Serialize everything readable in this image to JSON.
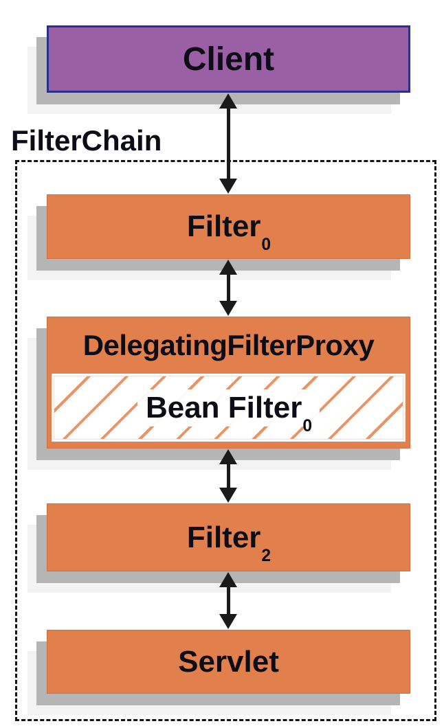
{
  "chain": {
    "label": "FilterChain"
  },
  "nodes": {
    "client": {
      "label": "Client"
    },
    "filter0": {
      "label": "Filter",
      "subscript": "0"
    },
    "delegating_filter_proxy": {
      "label": "DelegatingFilterProxy"
    },
    "bean_filter": {
      "label": "Bean Filter",
      "subscript": "0"
    },
    "filter2": {
      "label": "Filter",
      "subscript": "2"
    },
    "servlet": {
      "label": "Servlet"
    }
  },
  "arrows": [
    {
      "from": "client",
      "to": "filter0",
      "style": "double-headed"
    },
    {
      "from": "filter0",
      "to": "delegating_filter_proxy",
      "style": "double-headed"
    },
    {
      "from": "delegating_filter_proxy",
      "to": "filter2",
      "style": "double-headed"
    },
    {
      "from": "filter2",
      "to": "servlet",
      "style": "double-headed"
    }
  ],
  "colors": {
    "client_fill": "#9a5fa5",
    "client_border": "#2a2f88",
    "filter_fill": "#e2804d",
    "filter_border": "#d06f3e",
    "hatch_stripe": "#ea9465",
    "arrow": "#1a1a1a",
    "shadow": "#b5b5b5",
    "shadow_light": "#f3f3f3",
    "boundary_dash": "#141414",
    "text": "#0d0d16"
  }
}
